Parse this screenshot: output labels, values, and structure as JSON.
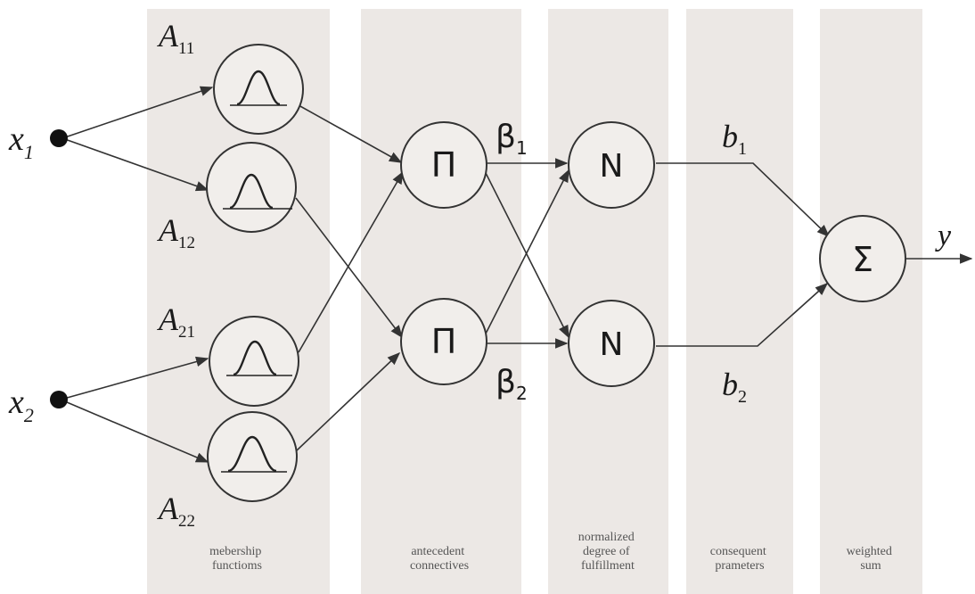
{
  "inputs": [
    {
      "main": "x",
      "sub": "1"
    },
    {
      "main": "x",
      "sub": "2"
    }
  ],
  "membership": [
    {
      "main": "A",
      "sub": "11"
    },
    {
      "main": "A",
      "sub": "12"
    },
    {
      "main": "A",
      "sub": "21"
    },
    {
      "main": "A",
      "sub": "22"
    }
  ],
  "antecedent_symbol": "Π",
  "normalize_symbol": "N",
  "sum_symbol": "Σ",
  "firing": [
    {
      "main": "β",
      "sub": "1"
    },
    {
      "main": "β",
      "sub": "2"
    }
  ],
  "consequent": [
    {
      "main": "b",
      "sub": "1"
    },
    {
      "main": "b",
      "sub": "2"
    }
  ],
  "output": "y",
  "layers": [
    {
      "line1": "mebership",
      "line2": "functioms"
    },
    {
      "line1": "antecedent",
      "line2": "connectives"
    },
    {
      "line1": "normalized",
      "line2": "degree of",
      "line3": "fulfillment"
    },
    {
      "line1": "consequent",
      "line2": "prameters"
    },
    {
      "line1": "weighted",
      "line2": "sum"
    }
  ],
  "colors": {
    "band": "#ece8e5",
    "node_fill": "#f1eeeb",
    "stroke": "#333333"
  }
}
